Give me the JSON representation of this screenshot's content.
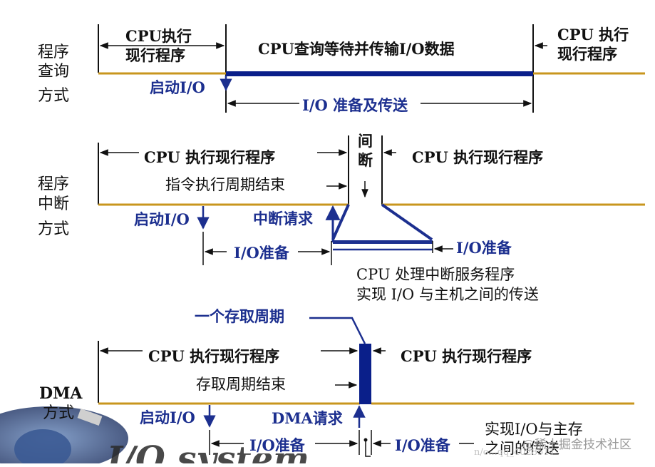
{
  "colors": {
    "timeline": "#c8961e",
    "bus_blue": "#0a1f8a",
    "arrow_blue": "#1c2f8f",
    "text_black": "#111111",
    "text_blue": "#1c2f8f"
  },
  "program_query": {
    "side_label_1": "程序",
    "side_label_2": "查询",
    "side_label_3": "方式",
    "cpu_exec_left_1": "CPU执行",
    "cpu_exec_left_2": "现行程序",
    "cpu_wait": "CPU查询等待并传输I/O数据",
    "cpu_exec_right_1": "CPU 执行",
    "cpu_exec_right_2": "现行程序",
    "start_io": "启动I/O",
    "io_prepare_transfer": "I/O 准备及传送"
  },
  "program_interrupt": {
    "side_label_1": "程序",
    "side_label_2": "中断",
    "side_label_3": "方式",
    "cpu_exec_left": "CPU  执行现行程序",
    "instr_cycle_end": "指令执行周期结束",
    "interrupt_1": "间",
    "interrupt_2": "断",
    "cpu_exec_right": "CPU  执行现行程序",
    "start_io": "启动I/O",
    "interrupt_request": "中断请求",
    "io_prepare": "I/O准备",
    "io_prepare_right": "I/O准备",
    "service_1": "CPU 处理中断服务程序",
    "service_2": "实现 I/O 与主机之间的传送"
  },
  "dma": {
    "side_label_1": "DMA",
    "side_label_2": "方式",
    "access_cycle": "一个存取周期",
    "cpu_exec_left": "CPU  执行现行程序",
    "access_cycle_end": "存取周期结束",
    "cpu_exec_right": "CPU  执行现行程序",
    "start_io": "启动I/O",
    "dma_request": "DMA请求",
    "io_prepare_left": "I/O准备",
    "io_prepare_right": "I/O准备",
    "transfer_1": "实现I/O与主存",
    "transfer_2": "之间的传送"
  },
  "watermark": {
    "text": "@稀土掘金技术社区",
    "faint": "n/o...qq_4028511"
  },
  "background_logo": {
    "text": "I/O system"
  }
}
